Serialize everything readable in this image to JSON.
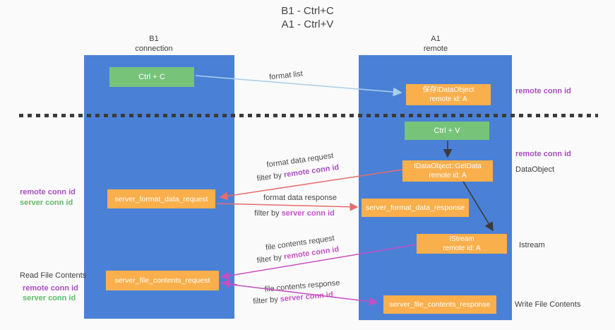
{
  "title": {
    "line1": "B1 - Ctrl+C",
    "line2": "A1 - Ctrl+V"
  },
  "columns": {
    "left": {
      "name": "B1",
      "subtitle": "connection"
    },
    "right": {
      "name": "A1",
      "subtitle": "remote"
    }
  },
  "nodes": {
    "ctrl_c": "Ctrl + C",
    "ctrl_v": "Ctrl + V",
    "save_idataobject": {
      "line1": "保存IDataObject",
      "line2": "remote id: A"
    },
    "getdata": {
      "line1": "IDataObject::GetData",
      "line2": "remote id: A"
    },
    "istream": {
      "line1": "IStream",
      "line2": "remote id: A"
    },
    "server_format_data_request": "server_format_data_request",
    "server_format_data_response": "server_format_data_response",
    "server_file_contents_request": "server_file_contents_request",
    "server_file_contents_response": "server_file_contents_response"
  },
  "labels": {
    "format_list": "format list",
    "format_data_request": "format data request",
    "format_data_response": "format data response",
    "file_contents_request": "file contents request",
    "file_contents_response": "file contents response",
    "filter_by": "filter by",
    "remote_conn_id": "remote conn id",
    "server_conn_id": "server conn id",
    "dataobject": "DataObject",
    "istream_side": "Istream",
    "read_file_contents": "Read File Contents",
    "write_file_contents": "Write File Contents"
  },
  "colors": {
    "panel_blue": "#4a81d6",
    "box_green": "#77c37a",
    "box_orange": "#f9af4b",
    "remote_conn_id_purple": "#a84fc0",
    "server_conn_id_green": "#62ba67",
    "filter_id_magenta": "#c653c6",
    "arrow_red": "#e76c6c",
    "arrow_magenta": "#c44fc4",
    "arrow_blue": "#a9cfec",
    "arrow_black": "#3b3b3b"
  }
}
